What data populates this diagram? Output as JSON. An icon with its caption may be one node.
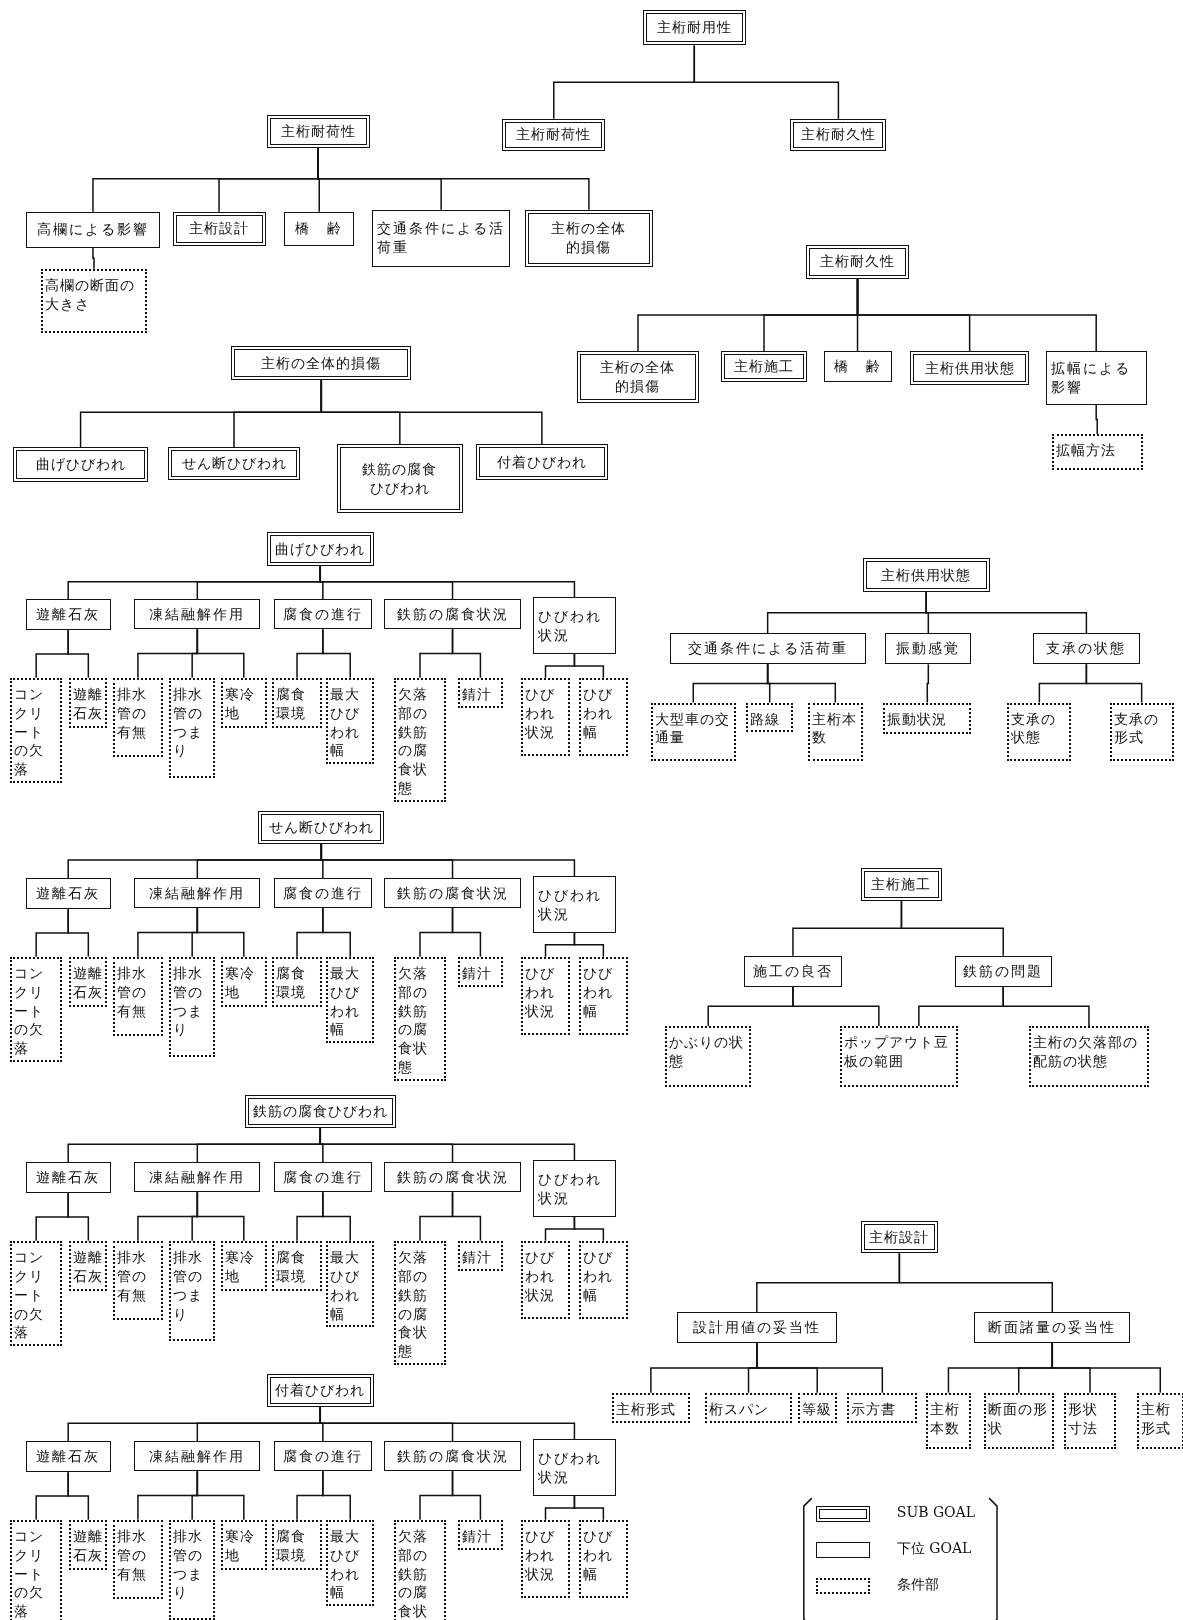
{
  "diagram": {
    "nodes": [
      {
        "text": [
          "主桁耐用性"
        ]
      },
      {
        "text": [
          "主桁耐荷性"
        ]
      },
      {
        "text": [
          "主桁耐荷性"
        ]
      },
      {
        "text": [
          "主桁耐久性"
        ]
      },
      {
        "text": [
          "高欄による影響"
        ]
      },
      {
        "text": [
          "主桁設計"
        ]
      },
      {
        "text": [
          "橋　齢"
        ]
      },
      {
        "text": [
          "交通条件による活荷重"
        ]
      },
      {
        "text": [
          "主桁の全体的損傷"
        ]
      },
      {
        "text": [
          "高欄の断面の大きさ"
        ]
      },
      {
        "text": [
          "主桁耐久性"
        ]
      },
      {
        "text": [
          "主桁の全体的損傷"
        ]
      },
      {
        "text": [
          "主桁施工"
        ]
      },
      {
        "text": [
          "橋　齢"
        ]
      },
      {
        "text": [
          "主桁供用状態"
        ]
      },
      {
        "text": [
          "拡幅による影響"
        ]
      },
      {
        "text": [
          "拡幅方法"
        ]
      },
      {
        "text": [
          "主桁の全体的損傷"
        ]
      },
      {
        "text": [
          "曲げひびわれ"
        ]
      },
      {
        "text": [
          "せん断ひびわれ"
        ]
      },
      {
        "text": [
          "鉄筋の腐食ひびわれ"
        ]
      },
      {
        "text": [
          "付着ひびわれ"
        ]
      },
      {
        "text": [
          "曲げひびわれ"
        ]
      },
      {
        "text": [
          "遊離石灰"
        ]
      },
      {
        "text": [
          "凍結融解作用"
        ]
      },
      {
        "text": [
          "腐食の進行"
        ]
      },
      {
        "text": [
          "鉄筋の腐食状況"
        ]
      },
      {
        "text": [
          "ひびわれ状況"
        ]
      },
      {
        "text": [
          "コンクリートの欠落"
        ]
      },
      {
        "text": [
          "遊離石灰"
        ]
      },
      {
        "text": [
          "排水管の有無"
        ]
      },
      {
        "text": [
          "排水管のつまり"
        ]
      },
      {
        "text": [
          "寒冷地"
        ]
      },
      {
        "text": [
          "腐食環境"
        ]
      },
      {
        "text": [
          "最大ひびわれ幅"
        ]
      },
      {
        "text": [
          "欠落部の鉄筋の腐食状態"
        ]
      },
      {
        "text": [
          "錆汁"
        ]
      },
      {
        "text": [
          "ひびわれ状況"
        ]
      },
      {
        "text": [
          "ひびわれ幅"
        ]
      },
      {
        "text": [
          "せん断ひびわれ"
        ]
      },
      {
        "text": [
          "遊離石灰"
        ]
      },
      {
        "text": [
          "凍結融解作用"
        ]
      },
      {
        "text": [
          "腐食の進行"
        ]
      },
      {
        "text": [
          "鉄筋の腐食状況"
        ]
      },
      {
        "text": [
          "ひびわれ状況"
        ]
      },
      {
        "text": [
          "コンクリートの欠落"
        ]
      },
      {
        "text": [
          "遊離石灰"
        ]
      },
      {
        "text": [
          "排水管の有無"
        ]
      },
      {
        "text": [
          "排水管のつまり"
        ]
      },
      {
        "text": [
          "寒冷地"
        ]
      },
      {
        "text": [
          "腐食環境"
        ]
      },
      {
        "text": [
          "最大ひびわれ幅"
        ]
      },
      {
        "text": [
          "欠落部の鉄筋の腐食状態"
        ]
      },
      {
        "text": [
          "錆汁"
        ]
      },
      {
        "text": [
          "ひびわれ状況"
        ]
      },
      {
        "text": [
          "ひびわれ幅"
        ]
      },
      {
        "text": [
          "鉄筋の腐食ひびわれ"
        ]
      },
      {
        "text": [
          "遊離石灰"
        ]
      },
      {
        "text": [
          "凍結融解作用"
        ]
      },
      {
        "text": [
          "腐食の進行"
        ]
      },
      {
        "text": [
          "鉄筋の腐食状況"
        ]
      },
      {
        "text": [
          "ひびわれ状況"
        ]
      },
      {
        "text": [
          "コンクリートの欠落"
        ]
      },
      {
        "text": [
          "遊離石灰"
        ]
      },
      {
        "text": [
          "排水管の有無"
        ]
      },
      {
        "text": [
          "排水管のつまり"
        ]
      },
      {
        "text": [
          "寒冷地"
        ]
      },
      {
        "text": [
          "腐食環境"
        ]
      },
      {
        "text": [
          "最大ひびわれ幅"
        ]
      },
      {
        "text": [
          "欠落部の鉄筋の腐食状態"
        ]
      },
      {
        "text": [
          "錆汁"
        ]
      },
      {
        "text": [
          "ひびわれ状況"
        ]
      },
      {
        "text": [
          "ひびわれ幅"
        ]
      },
      {
        "text": [
          "付着ひびわれ"
        ]
      },
      {
        "text": [
          "遊離石灰"
        ]
      },
      {
        "text": [
          "凍結融解作用"
        ]
      },
      {
        "text": [
          "腐食の進行"
        ]
      },
      {
        "text": [
          "鉄筋の腐食状況"
        ]
      },
      {
        "text": [
          "ひびわれ状況"
        ]
      },
      {
        "text": [
          "コンクリートの欠落"
        ]
      },
      {
        "text": [
          "遊離石灰"
        ]
      },
      {
        "text": [
          "排水管の有無"
        ]
      },
      {
        "text": [
          "排水管のつまり"
        ]
      },
      {
        "text": [
          "寒冷地"
        ]
      },
      {
        "text": [
          "腐食環境"
        ]
      },
      {
        "text": [
          "最大ひびわれ幅"
        ]
      },
      {
        "text": [
          "欠落部の鉄筋の腐食状態"
        ]
      },
      {
        "text": [
          "錆汁"
        ]
      },
      {
        "text": [
          "ひびわれ状況"
        ]
      },
      {
        "text": [
          "ひびわれ幅"
        ]
      },
      {
        "text": [
          "主桁供用状態"
        ]
      },
      {
        "text": [
          "交通条件による活荷重"
        ]
      },
      {
        "text": [
          "振動感覚"
        ]
      },
      {
        "text": [
          "支承の状態"
        ]
      },
      {
        "text": [
          "大型車の交通量"
        ]
      },
      {
        "text": [
          "路線"
        ]
      },
      {
        "text": [
          "主桁本数"
        ]
      },
      {
        "text": [
          "振動状況"
        ]
      },
      {
        "text": [
          "支承の状態"
        ]
      },
      {
        "text": [
          "支承の形式"
        ]
      },
      {
        "text": [
          "主桁施工"
        ]
      },
      {
        "text": [
          "施工の良否"
        ]
      },
      {
        "text": [
          "鉄筋の問題"
        ]
      },
      {
        "text": [
          "かぶりの状態"
        ]
      },
      {
        "text": [
          "ポップアウト豆板の範囲"
        ]
      },
      {
        "text": [
          "主桁の欠落部の配筋の状態"
        ]
      },
      {
        "text": [
          "主桁設計"
        ]
      },
      {
        "text": [
          "設計用値の妥当性"
        ]
      },
      {
        "text": [
          "断面諸量の妥当性"
        ]
      },
      {
        "text": [
          "主桁形式"
        ]
      },
      {
        "text": [
          "桁スパン"
        ]
      },
      {
        "text": [
          "等級"
        ]
      },
      {
        "text": [
          "示方書"
        ]
      },
      {
        "text": [
          "主桁本数"
        ]
      },
      {
        "text": [
          "断面の形状"
        ]
      },
      {
        "text": [
          "形状寸法"
        ]
      },
      {
        "text": [
          "主桁形式"
        ]
      }
    ],
    "edges": [
      {
        "from": 0,
        "to": 2,
        "arrow": "none"
      },
      {
        "from": 0,
        "to": 3,
        "arrow": "none"
      },
      {
        "from": 1,
        "to": 4,
        "arrow": "none"
      },
      {
        "from": 1,
        "to": 5,
        "arrow": "none"
      },
      {
        "from": 1,
        "to": 6,
        "arrow": "none"
      },
      {
        "from": 1,
        "to": 7,
        "arrow": "none"
      },
      {
        "from": 1,
        "to": 8,
        "arrow": "none"
      },
      {
        "from": 4,
        "to": 9,
        "arrow": "none"
      },
      {
        "from": 10,
        "to": 11,
        "arrow": "none"
      },
      {
        "from": 10,
        "to": 12,
        "arrow": "none"
      },
      {
        "from": 10,
        "to": 13,
        "arrow": "none"
      },
      {
        "from": 10,
        "to": 14,
        "arrow": "none"
      },
      {
        "from": 10,
        "to": 15,
        "arrow": "none"
      },
      {
        "from": 15,
        "to": 16,
        "arrow": "none"
      },
      {
        "from": 17,
        "to": 18,
        "arrow": "none"
      },
      {
        "from": 17,
        "to": 19,
        "arrow": "none"
      },
      {
        "from": 17,
        "to": 20,
        "arrow": "none"
      },
      {
        "from": 17,
        "to": 21,
        "arrow": "none"
      },
      {
        "from": 22,
        "to": 23,
        "arrow": "none"
      },
      {
        "from": 22,
        "to": 24,
        "arrow": "none"
      },
      {
        "from": 22,
        "to": 25,
        "arrow": "none"
      },
      {
        "from": 22,
        "to": 26,
        "arrow": "none"
      },
      {
        "from": 22,
        "to": 27,
        "arrow": "none"
      },
      {
        "from": 23,
        "to": 28,
        "arrow": "none"
      },
      {
        "from": 23,
        "to": 29,
        "arrow": "none"
      },
      {
        "from": 24,
        "to": 30,
        "arrow": "none"
      },
      {
        "from": 24,
        "to": 31,
        "arrow": "none"
      },
      {
        "from": 24,
        "to": 32,
        "arrow": "none"
      },
      {
        "from": 25,
        "to": 33,
        "arrow": "none"
      },
      {
        "from": 25,
        "to": 34,
        "arrow": "none"
      },
      {
        "from": 26,
        "to": 35,
        "arrow": "none"
      },
      {
        "from": 26,
        "to": 36,
        "arrow": "none"
      },
      {
        "from": 27,
        "to": 37,
        "arrow": "none"
      },
      {
        "from": 27,
        "to": 38,
        "arrow": "none"
      },
      {
        "from": 39,
        "to": 40,
        "arrow": "none"
      },
      {
        "from": 39,
        "to": 41,
        "arrow": "none"
      },
      {
        "from": 39,
        "to": 42,
        "arrow": "none"
      },
      {
        "from": 39,
        "to": 43,
        "arrow": "none"
      },
      {
        "from": 39,
        "to": 44,
        "arrow": "none"
      },
      {
        "from": 40,
        "to": 45,
        "arrow": "none"
      },
      {
        "from": 40,
        "to": 46,
        "arrow": "none"
      },
      {
        "from": 41,
        "to": 47,
        "arrow": "none"
      },
      {
        "from": 41,
        "to": 48,
        "arrow": "none"
      },
      {
        "from": 41,
        "to": 49,
        "arrow": "none"
      },
      {
        "from": 42,
        "to": 50,
        "arrow": "none"
      },
      {
        "from": 42,
        "to": 51,
        "arrow": "none"
      },
      {
        "from": 43,
        "to": 52,
        "arrow": "none"
      },
      {
        "from": 43,
        "to": 53,
        "arrow": "none"
      },
      {
        "from": 44,
        "to": 54,
        "arrow": "none"
      },
      {
        "from": 44,
        "to": 55,
        "arrow": "none"
      },
      {
        "from": 56,
        "to": 57,
        "arrow": "none"
      },
      {
        "from": 56,
        "to": 58,
        "arrow": "none"
      },
      {
        "from": 56,
        "to": 59,
        "arrow": "none"
      },
      {
        "from": 56,
        "to": 60,
        "arrow": "none"
      },
      {
        "from": 56,
        "to": 61,
        "arrow": "none"
      },
      {
        "from": 57,
        "to": 62,
        "arrow": "none"
      },
      {
        "from": 57,
        "to": 63,
        "arrow": "none"
      },
      {
        "from": 58,
        "to": 64,
        "arrow": "none"
      },
      {
        "from": 58,
        "to": 65,
        "arrow": "none"
      },
      {
        "from": 58,
        "to": 66,
        "arrow": "none"
      },
      {
        "from": 59,
        "to": 67,
        "arrow": "none"
      },
      {
        "from": 59,
        "to": 68,
        "arrow": "none"
      },
      {
        "from": 60,
        "to": 69,
        "arrow": "none"
      },
      {
        "from": 60,
        "to": 70,
        "arrow": "none"
      },
      {
        "from": 61,
        "to": 71,
        "arrow": "none"
      },
      {
        "from": 61,
        "to": 72,
        "arrow": "none"
      },
      {
        "from": 73,
        "to": 74,
        "arrow": "none"
      },
      {
        "from": 73,
        "to": 75,
        "arrow": "none"
      },
      {
        "from": 73,
        "to": 76,
        "arrow": "none"
      },
      {
        "from": 73,
        "to": 77,
        "arrow": "none"
      },
      {
        "from": 73,
        "to": 78,
        "arrow": "none"
      },
      {
        "from": 74,
        "to": 79,
        "arrow": "none"
      },
      {
        "from": 74,
        "to": 80,
        "arrow": "none"
      },
      {
        "from": 75,
        "to": 81,
        "arrow": "none"
      },
      {
        "from": 75,
        "to": 82,
        "arrow": "none"
      },
      {
        "from": 75,
        "to": 83,
        "arrow": "none"
      },
      {
        "from": 76,
        "to": 84,
        "arrow": "none"
      },
      {
        "from": 76,
        "to": 85,
        "arrow": "none"
      },
      {
        "from": 77,
        "to": 86,
        "arrow": "none"
      },
      {
        "from": 77,
        "to": 87,
        "arrow": "none"
      },
      {
        "from": 78,
        "to": 88,
        "arrow": "none"
      },
      {
        "from": 78,
        "to": 89,
        "arrow": "none"
      },
      {
        "from": 90,
        "to": 91,
        "arrow": "none"
      },
      {
        "from": 90,
        "to": 92,
        "arrow": "none"
      },
      {
        "from": 90,
        "to": 93,
        "arrow": "none"
      },
      {
        "from": 91,
        "to": 94,
        "arrow": "none"
      },
      {
        "from": 91,
        "to": 95,
        "arrow": "none"
      },
      {
        "from": 91,
        "to": 96,
        "arrow": "none"
      },
      {
        "from": 92,
        "to": 97,
        "arrow": "none"
      },
      {
        "from": 93,
        "to": 98,
        "arrow": "none"
      },
      {
        "from": 93,
        "to": 99,
        "arrow": "none"
      },
      {
        "from": 100,
        "to": 101,
        "arrow": "none"
      },
      {
        "from": 100,
        "to": 102,
        "arrow": "none"
      },
      {
        "from": 101,
        "to": 103,
        "arrow": "none"
      },
      {
        "from": 101,
        "to": 104,
        "arrow": "none"
      },
      {
        "from": 102,
        "to": 104,
        "arrow": "none"
      },
      {
        "from": 102,
        "to": 105,
        "arrow": "none"
      },
      {
        "from": 106,
        "to": 107,
        "arrow": "none"
      },
      {
        "from": 106,
        "to": 108,
        "arrow": "none"
      },
      {
        "from": 107,
        "to": 109,
        "arrow": "none"
      },
      {
        "from": 107,
        "to": 110,
        "arrow": "none"
      },
      {
        "from": 107,
        "to": 111,
        "arrow": "none"
      },
      {
        "from": 107,
        "to": 112,
        "arrow": "none"
      },
      {
        "from": 108,
        "to": 113,
        "arrow": "none"
      },
      {
        "from": 108,
        "to": 114,
        "arrow": "none"
      },
      {
        "from": 108,
        "to": 115,
        "arrow": "none"
      },
      {
        "from": 108,
        "to": 116,
        "arrow": "none"
      }
    ],
    "legend": [
      {
        "text": "SUB GOAL"
      },
      {
        "text": "下位 GOAL"
      },
      {
        "text": "条件部"
      }
    ]
  }
}
